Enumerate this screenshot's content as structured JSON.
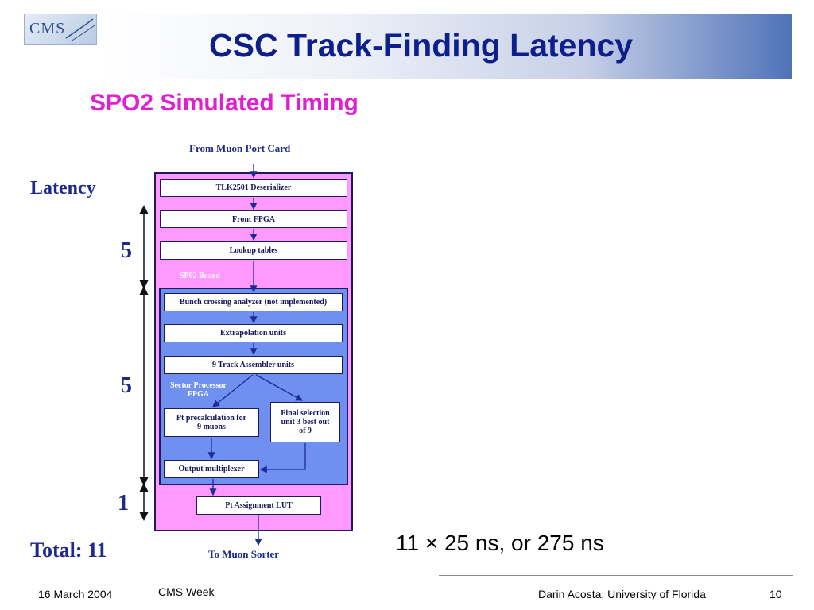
{
  "slide": {
    "title": "CSC Track-Finding Latency",
    "subtitle": "SPO2 Simulated Timing",
    "logo_text": "CMS",
    "result": "11 × 25 ns, or 275 ns"
  },
  "diagram": {
    "input_label": "From Muon Port Card",
    "output_label": "To Muon Sorter",
    "board_label": "SP02 Board",
    "fpga_label_line1": "Sector Processor",
    "fpga_label_line2": "FPGA",
    "boxes": {
      "tlk": "TLK2501 Deserializer",
      "front_fpga": "Front FPGA",
      "lookup": "Lookup tables",
      "bunch": "Bunch crossing analyzer (not implemented)",
      "extrap": "Extrapolation units",
      "assembler": "9 Track Assembler units",
      "pt_precalc_line1": "Pt precalculation for",
      "pt_precalc_line2": "9 muons",
      "final_line1": "Final selection",
      "final_line2": "unit 3 best out",
      "final_line3": "of 9",
      "output_mux": "Output multiplexer",
      "pt_lut": "Pt Assignment LUT"
    },
    "latency_label": "Latency",
    "latency_values": [
      "5",
      "5",
      "1"
    ],
    "total_label": "Total: 11",
    "colors": {
      "pink_board": "#ff99ff",
      "fpga_blue": "#6f90f0",
      "frame": "#1c1c5a"
    }
  },
  "footer": {
    "date": "16 March 2004",
    "event": "CMS Week",
    "author": "Darin Acosta, University of Florida",
    "page": "10"
  }
}
